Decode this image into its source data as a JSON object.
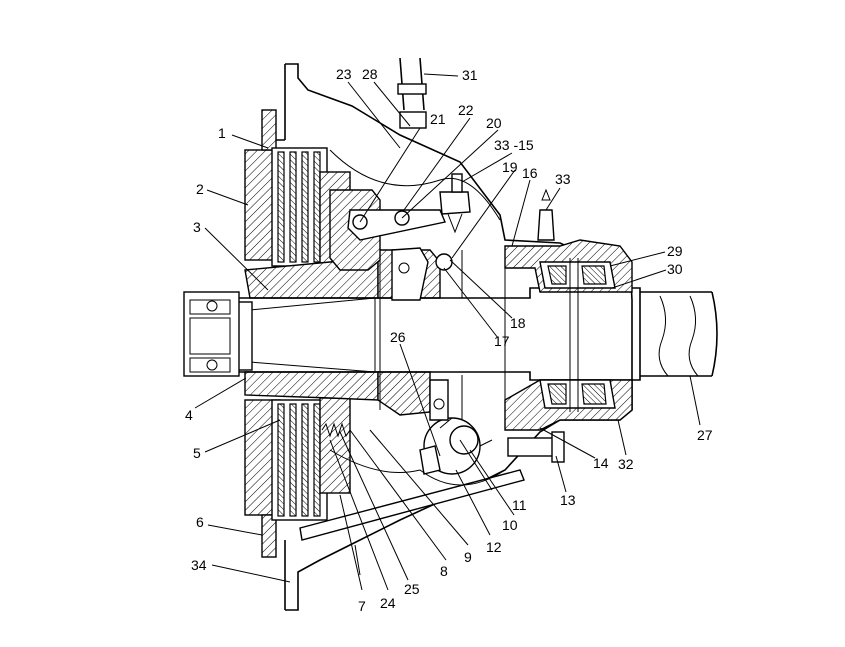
{
  "diagram": {
    "callouts": [
      "1",
      "2",
      "3",
      "4",
      "5",
      "6",
      "7",
      "8",
      "9",
      "10",
      "11",
      "12",
      "13",
      "14",
      "15",
      "16",
      "17",
      "18",
      "19",
      "20",
      "21",
      "22",
      "23",
      "24",
      "25",
      "26",
      "27",
      "28",
      "29",
      "30",
      "31",
      "32",
      "33",
      "34"
    ],
    "labels": {
      "c1": "1",
      "c2": "2",
      "c3": "3",
      "c4": "4",
      "c5": "5",
      "c6": "6",
      "c7": "7",
      "c8": "8",
      "c9": "9",
      "c10": "10",
      "c11": "11",
      "c12": "12",
      "c13": "13",
      "c14": "14",
      "c16": "16",
      "c17": "17",
      "c18": "18",
      "c19": "19",
      "c20": "20",
      "c21": "21",
      "c22": "22",
      "c23": "23",
      "c24": "24",
      "c25": "25",
      "c26": "26",
      "c27": "27",
      "c28": "28",
      "c29": "29",
      "c30": "30",
      "c31": "31",
      "c32": "32",
      "c33": "33",
      "c33_15": "33 -15",
      "c34": "34"
    }
  }
}
